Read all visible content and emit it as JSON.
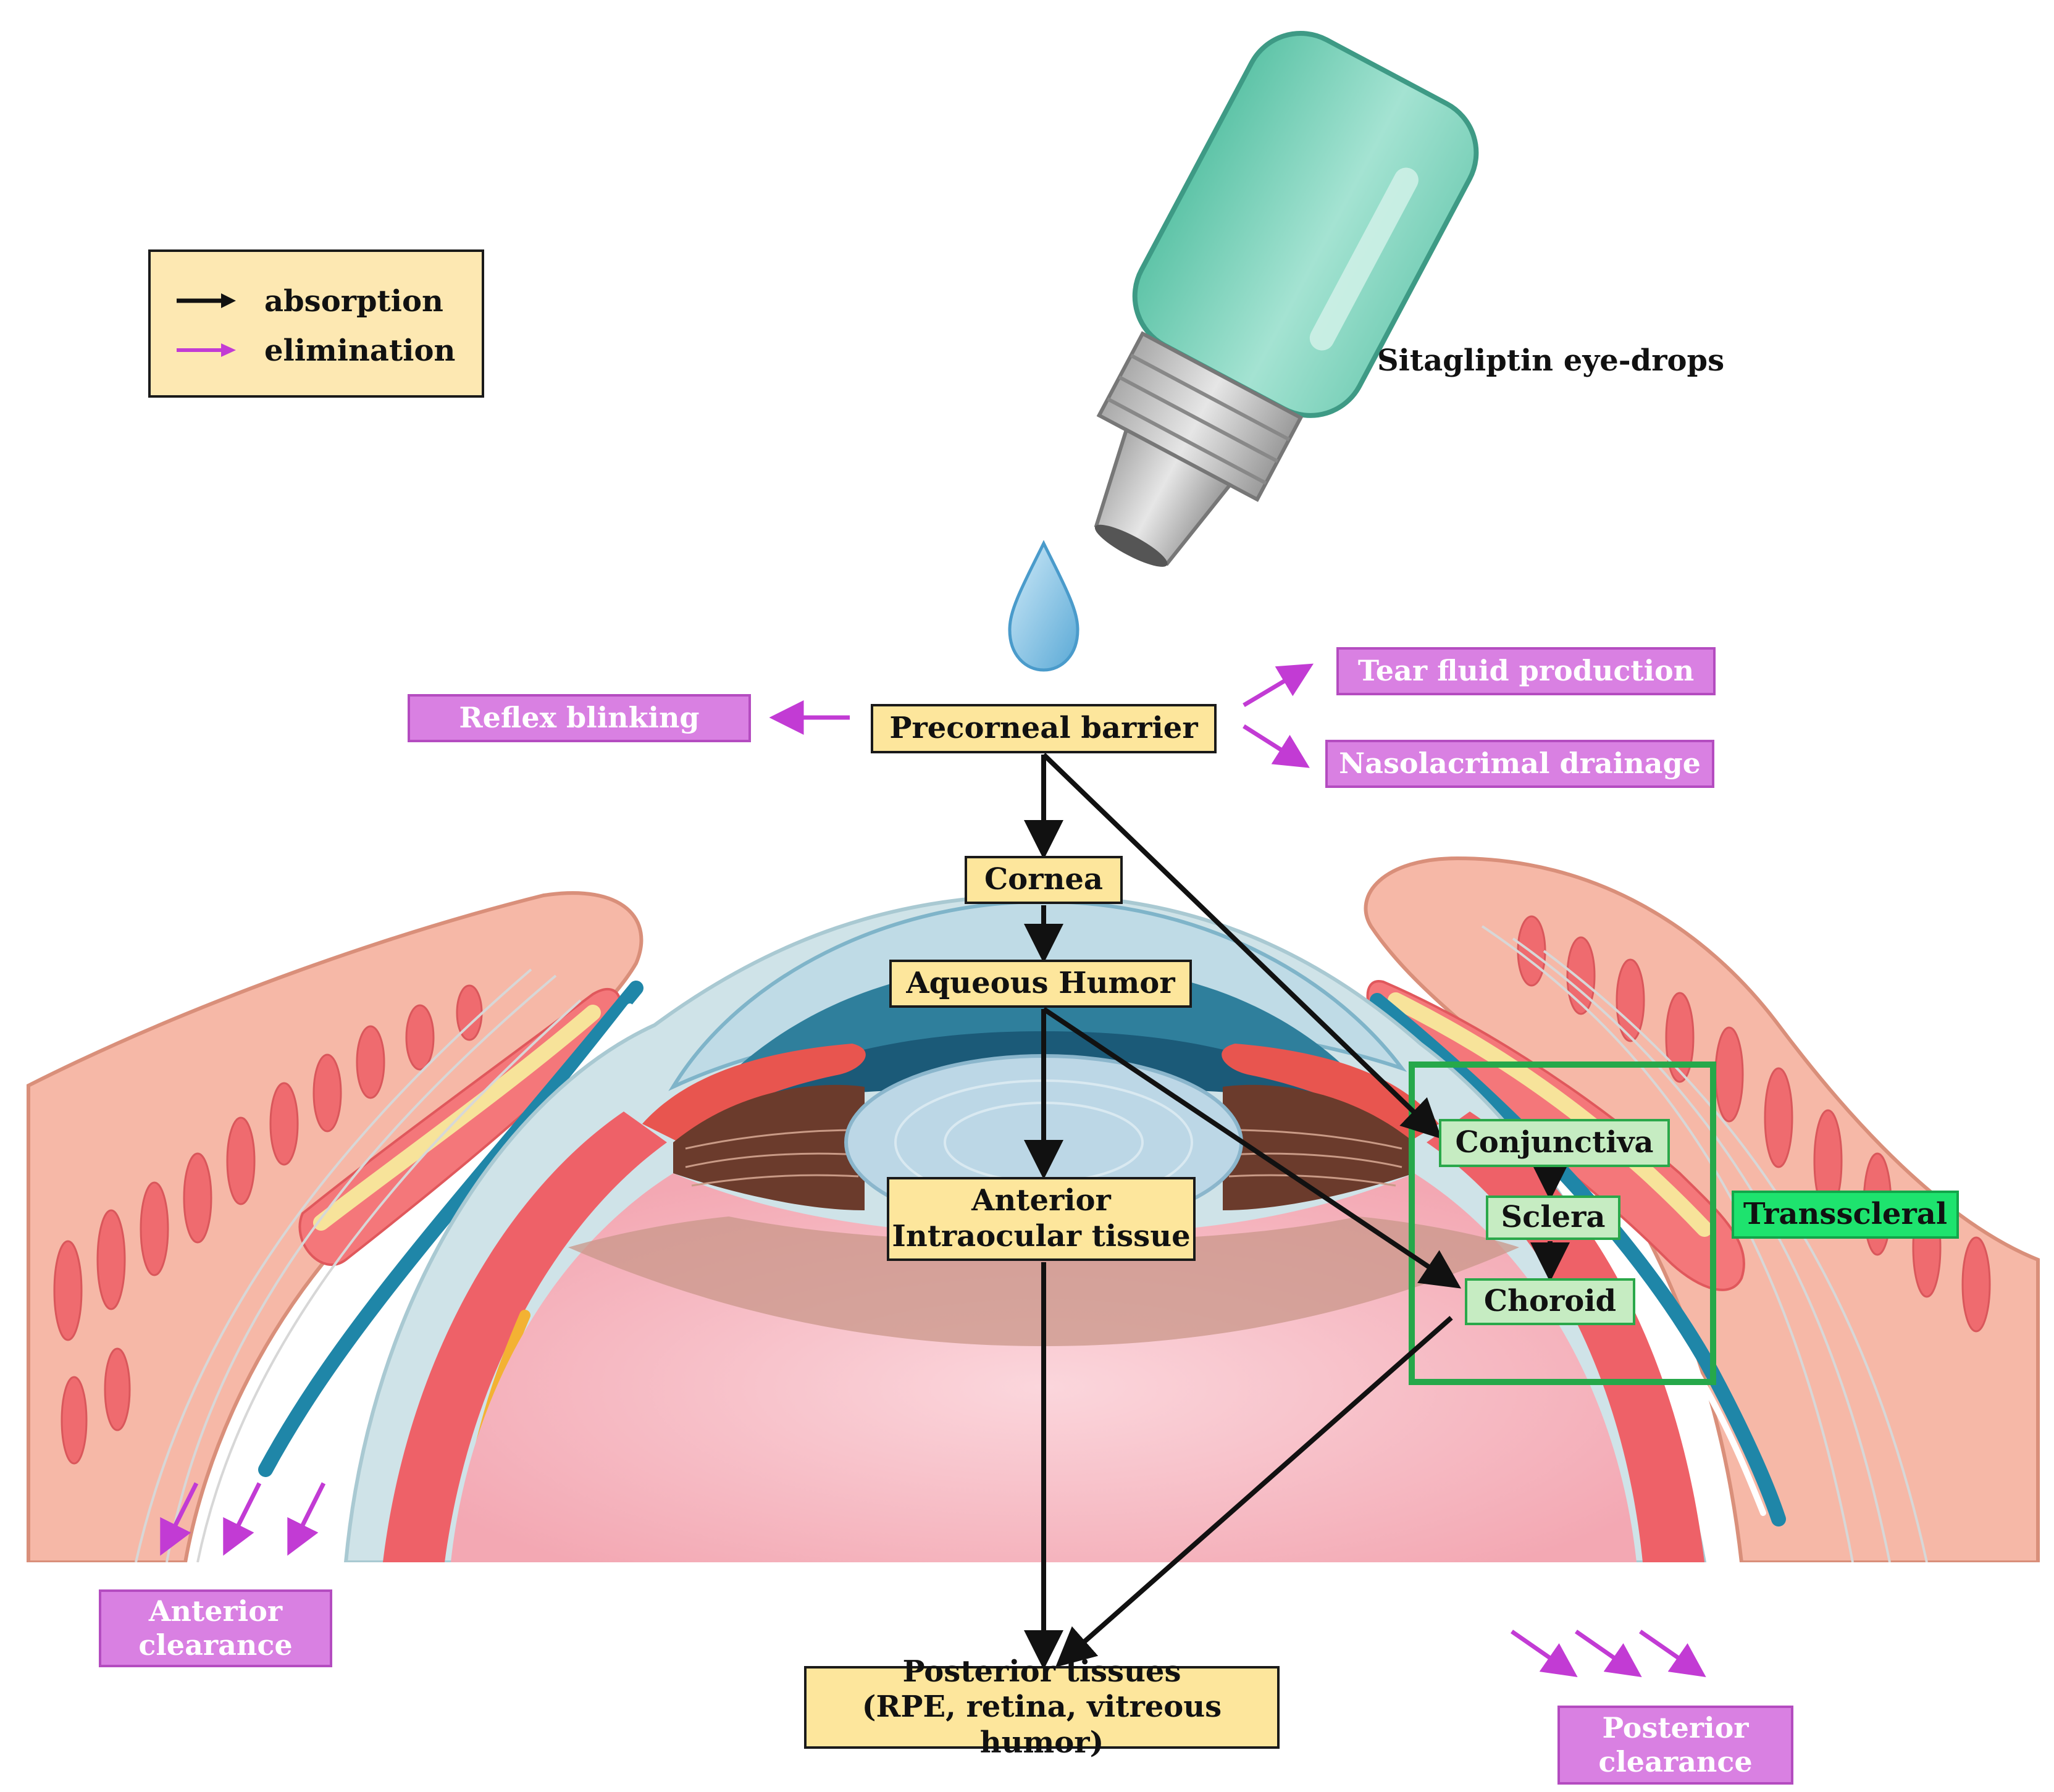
{
  "legend": {
    "absorption_label": "absorption",
    "elimination_label": "elimination",
    "absorption_color": "#111111",
    "elimination_color": "#c23bd4"
  },
  "product_label": "Sitagliptin eye-drops",
  "absorption_nodes": {
    "precorneal": "Precorneal barrier",
    "cornea": "Cornea",
    "aqueous": "Aqueous Humor",
    "anterior_line1": "Anterior",
    "anterior_line2": "Intraocular tissue",
    "posterior_line1": "Posterior tissues",
    "posterior_line2": "(RPE, retina, vitreous humor)"
  },
  "transscleral_nodes": {
    "conjunctiva": "Conjunctiva",
    "sclera": "Sclera",
    "choroid": "Choroid",
    "route_label": "Transscleral"
  },
  "elimination_nodes": {
    "reflex_blinking": "Reflex blinking",
    "tear_fluid": "Tear fluid production",
    "nasolacrimal": "Nasolacrimal drainage",
    "anterior_clearance_line1": "Anterior",
    "anterior_clearance_line2": "clearance",
    "posterior_clearance_line1": "Posterior",
    "posterior_clearance_line2": "clearance"
  },
  "colors": {
    "yellow_box": "#fde69c",
    "magenta_box": "#d980e2",
    "green_box": "#c6ecc2",
    "transscleral_label": "#1ee36e",
    "transscleral_frame": "#26a84a",
    "bottle": "#8fd9c4",
    "drop": "#7fc3e6"
  }
}
